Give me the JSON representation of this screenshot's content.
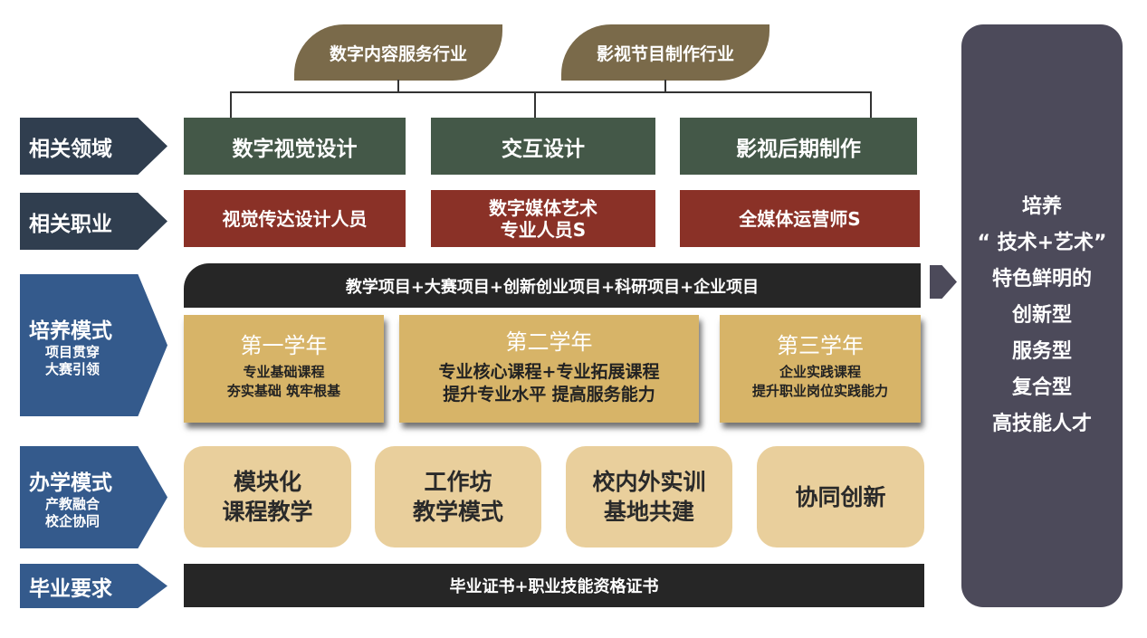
{
  "industries": [
    "数字内容服务行业",
    "影视节目制作行业"
  ],
  "labels": {
    "fields": "相关领域",
    "jobs": "相关职业",
    "training": {
      "title": "培养模式",
      "sub1": "项目贯穿",
      "sub2": "大赛引领"
    },
    "school": {
      "title": "办学模式",
      "sub1": "产教融合",
      "sub2": "校企协同"
    },
    "graduation": "毕业要求"
  },
  "fields": [
    "数字视觉设计",
    "交互设计",
    "影视后期制作"
  ],
  "jobs": [
    {
      "l1": "视觉传达设计人员",
      "l2": ""
    },
    {
      "l1": "数字媒体艺术",
      "l2": "专业人员S"
    },
    {
      "l1": "全媒体运营师S",
      "l2": ""
    }
  ],
  "projects_bar": "教学项目+大赛项目+创新创业项目+科研项目+企业项目",
  "years": [
    {
      "title": "第一学年",
      "l1": "专业基础课程",
      "l2": "夯实基础 筑牢根基"
    },
    {
      "title": "第二学年",
      "l1": "专业核心课程+专业拓展课程",
      "l2": "提升专业水平 提高服务能力"
    },
    {
      "title": "第三学年",
      "l1": "企业实践课程",
      "l2": "提升职业岗位实践能力"
    }
  ],
  "modes": [
    {
      "l1": "模块化",
      "l2": "课程教学"
    },
    {
      "l1": "工作坊",
      "l2": "教学模式"
    },
    {
      "l1": "校内外实训",
      "l2": "基地共建"
    },
    {
      "l1": "协同创新",
      "l2": ""
    }
  ],
  "graduation_bar": "毕业证书+职业技能资格证书",
  "goal": [
    "培养",
    "“ 技术+艺术”",
    "特色鲜明的",
    "创新型",
    "服务型",
    "复合型",
    "高技能人才"
  ]
}
